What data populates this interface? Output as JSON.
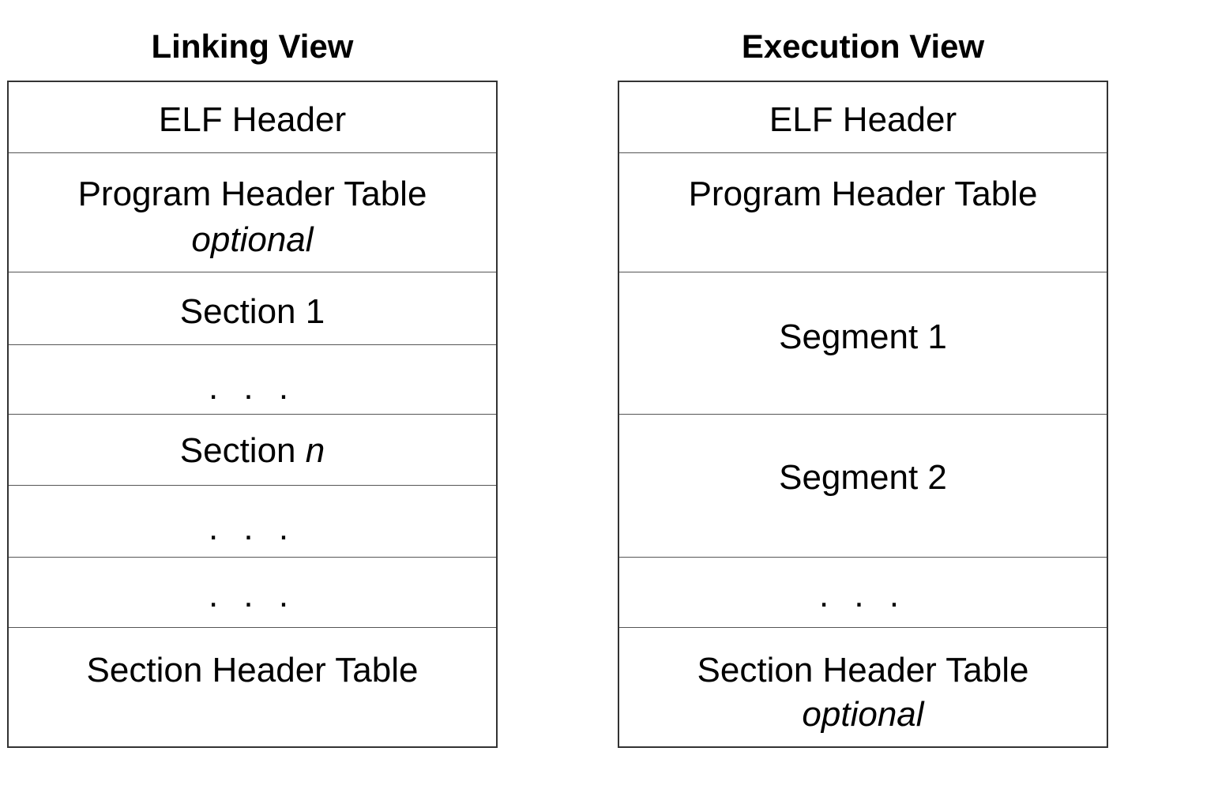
{
  "linking_view": {
    "title": "Linking View",
    "cells": {
      "elf_header": "ELF Header",
      "program_header_table": "Program Header Table",
      "program_header_table_note": "optional",
      "section_1": "Section 1",
      "ellipsis_1": ". . .",
      "section_n_prefix": "Section ",
      "section_n_suffix": "n",
      "ellipsis_2": ". . .",
      "ellipsis_3": ". . .",
      "section_header_table": "Section Header Table"
    }
  },
  "execution_view": {
    "title": "Execution View",
    "cells": {
      "elf_header": "ELF Header",
      "program_header_table": "Program Header Table",
      "segment_1": "Segment 1",
      "segment_2": "Segment 2",
      "ellipsis_1": ". . .",
      "section_header_table": "Section Header Table",
      "section_header_table_note": "optional"
    }
  }
}
